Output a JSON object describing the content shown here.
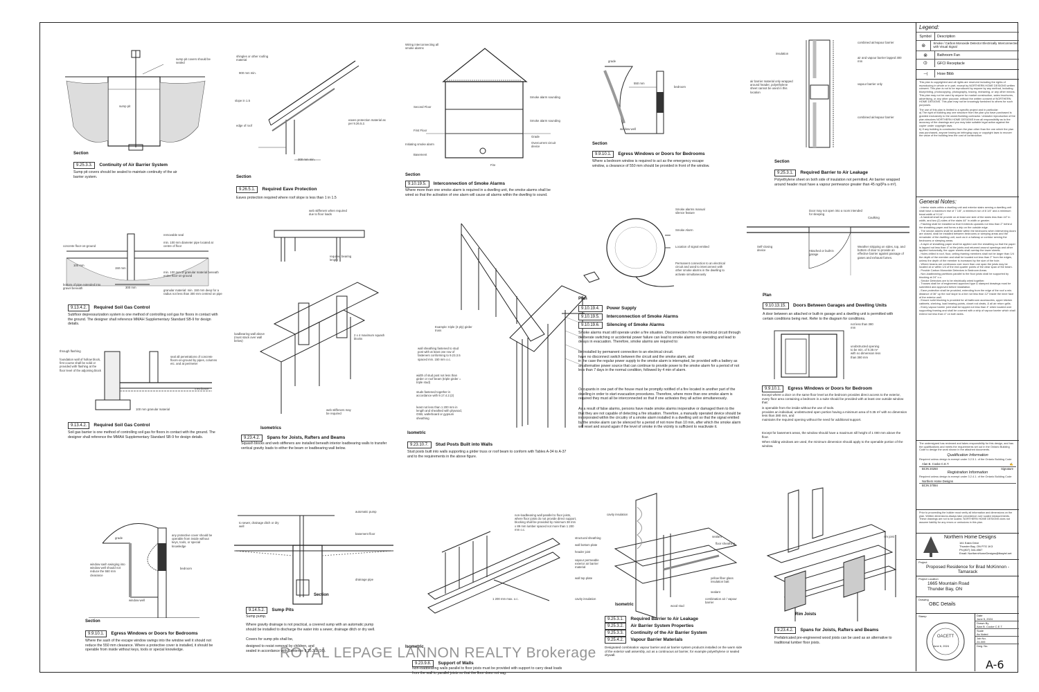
{
  "details": [
    {
      "id": "d1",
      "view": "Section",
      "ref": "9.25.3.3.",
      "title": "Continuity of Air Barrier System",
      "note": "Sump pit covers should be sealed to maintain continuity of the air barrier system.",
      "callouts": [
        "sump pit covers should be sealed",
        "sump pit"
      ]
    },
    {
      "id": "d2",
      "view": "Section",
      "ref": "9.26.5.1.",
      "title": "Required Eave Protection",
      "note": "Eaves protection required where roof slope is less than 1 in 1.5",
      "callouts": [
        "shingles or other roofing material",
        "900 mm min.",
        "slope in 1.5",
        "eaves protection material as per 9.26.5.2.",
        "edge of roof",
        "300 mm min."
      ]
    },
    {
      "id": "d3",
      "view": "Section",
      "ref": "9.10.19.5.",
      "title": "Interconnection of Smoke Alarms",
      "note": "Where more than one smoke alarm is required in a dwelling unit, the smoke alarms shall be wired so that the activation of one alarm will cause all alarms within the dwelling to sound.",
      "callouts": [
        "Wiring interconnecting all smoke alarms",
        "Second Floor",
        "Smoke alarm sounding",
        "First Floor",
        "Smoke alarm sounding",
        "Grade",
        "Initiating smoke alarm",
        "Overcurrent circuit device",
        "Basement",
        "Fire"
      ]
    },
    {
      "id": "d4",
      "view": "Section",
      "ref": "9.9.10.1.",
      "title": "Egress Windows or Doors for Bedrooms",
      "note": "Where a bedroom window is required to act as the emergency escape window, a clearance of 550 mm should be provided in front of the window.",
      "callouts": [
        "grade",
        "550 mm",
        "bedroom",
        "window well"
      ]
    },
    {
      "id": "d5",
      "view": "Section",
      "ref": "9.25.3.1.",
      "title": "Required Barrier to Air Leakage",
      "note": "Polyethylene sheet on both side of insulation not permitted. Air barrier wrapped around header must have a vapour permeance greater than 45 ng/(Pa·s·m²).",
      "callouts": [
        "insulation",
        "combined air/vapour barrier",
        "air and vapour barrier lapped 300 mm",
        "air barrier material only wrapped around header, polyethylene sheet cannot be used in this location",
        "vapour barrier only",
        "combined air/vapour barrier"
      ]
    },
    {
      "id": "d6",
      "view": "",
      "ref": "9.13.4.2.",
      "title": "Required Soil Gas Control",
      "note": "Subfloor depressurization system is one method of controlling soil gas for floors in contact with the ground. The designer shall reference MMAH Supplementary Standard SB-9 for design details.",
      "callouts": [
        "removable seal",
        "concrete floor-on-ground",
        "min. 100 mm diameter pipe located at centre of floor",
        "min. 100 mm of granular material beneath entire floor-on-ground",
        "bottom of pipe extended into gravel beneath",
        "300 mm",
        "granular material: min. 150 mm deep for a radius not less than 300 mm centred on pipe",
        "100 mm",
        "150 mm"
      ]
    },
    {
      "id": "d7",
      "view": "",
      "ref": "9.13.4.2.",
      "title": "Required Soil Gas Control",
      "note": "Soil gas barrier is one method of controlling soil gas for floors in contact with the ground. The designer shall reference the MMAH Supplementary Standard SB-9 for design details.",
      "callouts": [
        "through flashing",
        "foundation wall of hollow block, first course shall be solid or provided with flashing at the floor level of the adjoining block",
        "seal all penetrations of concrete floors-on-ground by pipes, columns etc. and at perimeter",
        "membrane",
        "100 mm granular material"
      ]
    },
    {
      "id": "d8",
      "view": "Isometrics",
      "ref": "9.23.4.2.",
      "title": "Spans for Joists, Rafters and Beams",
      "note": "Squash blocks and web stiffeners are installed beneath interior loadbearing walls to transfer vertical gravity loads to either the beam or loadbearing wall below.",
      "callouts": [
        "web stiffeners when required due to floor loads",
        "required bearing length",
        "loadbearing wall above (must stack over wall below)",
        "2 x 4 maximum squash blocks",
        "web stiffeners may be required"
      ]
    },
    {
      "id": "d9",
      "view": "Isometric",
      "ref": "9.23.10.7.",
      "title": "Stud Posts Built into Walls",
      "note": "Stud posts built into walls supporting a girder truss or roof beam to conform with Tables A-34 to A-37 and to the requirements in the above figure.",
      "callouts": [
        "Example: triple (3 ply) girder truss",
        "wall sheathing fastened to stud post with at least one row of fasteners conforming to 9.23.3.5 spaced min. 150 mm o.c.",
        "width of stud post not less than girder or roof beam (triple girder = triple stud)",
        "studs fastened together in accordance with 9.17.4.2.(2)",
        "least not less than 1 200 mm in length and sheathed with plywood, OSB, waferboard or gypsum sheathing"
      ]
    },
    {
      "id": "d10",
      "view": "Plan",
      "ref": "9.10.19.4.",
      "title": "Power Supply",
      "ref2": "9.10.19.5.",
      "title2": "Interconnection of Smoke Alarms",
      "ref3": "9.10.19.6.",
      "title3": "Silencing of Smoke Alarms",
      "note": "Smoke alarms must still operate under a fire situation. Disconnection from the electrical circuit through deliberate switching or accidental power failure can lead to smoke alarms not operating and lead to delays in evacuation. Therefore, smoke alarms are required to:",
      "bullets": [
        "be installed by permanent connection to an electrical circuit.",
        "have no disconnect switch between the circuit and the smoke alarm, and",
        "in the case the regular power supply to the smoke alarm is interrupted, be provided with a battery as an alternative power source that can continue to provide power to the smoke alarm for a period of not less than 7 days in the normal condition, followed by 4 min of alarm."
      ],
      "note2": "Occupants in one part of the house must be promptly notified of a fire located in another part of the dwelling in order to start evacuation procedures. Therefore, where more than one smoke alarm is required they must all be interconnected so that if one activates they all active simultaneously.",
      "note3": "As a result of false alarms, persons have made smoke alarms inoperative or damaged them to the that they are not capable of detecting a fire situation. Therefore, a manually operated device should be incorporated within the circuitry of a smoke alarm installed in a dwelling unit so that the signal emitted by the smoke alarm can be silenced for a period of not more than 10 min, after which the smoke alarm will reset and sound again if the level of smoke in the vicinity is sufficient to reactivate it.",
      "callouts": [
        "Smoke alarms manual silence feature",
        "Smoke Alarm",
        "Location of signal emitted",
        "Permanent connection to an electrical circuit and used to interconnect with other smoke alarms in the dwelling to activate simultaneously"
      ]
    },
    {
      "id": "d11",
      "view": "Plan",
      "ref": "9.10.13.15.",
      "title": "Doors Between Garages and Dwelling Units",
      "note": "A door between an attached or built-in garage and a dwelling unit is permitted with certain conditions being met. Refer to the diagram for conditions.",
      "callouts": [
        "Door may not open into a room intended for sleeping",
        "Caulking",
        "Self-closing device",
        "Attached or built-in garage",
        "Weather stripping on sides, top, and bottom of door to provide an effective barrier against passage of gases and exhaust fumes."
      ]
    },
    {
      "id": "d12",
      "view": "",
      "ref": "9.9.10.1.",
      "title": "Egress Windows or Doors for Bedroom",
      "note": "Except where a door on the same floor level as the bedroom provides direct access to the exterior, every floor area containing a bedroom in a suite should be provided with at least one outside window that:",
      "bullets": [
        "is openable from the inside without the use of tools.",
        "provides an individual, unobstructed open portion having a minimum area of 0.35 m² with no dimension less than 380 mm, and",
        "maintains the required opening without the need for additional support."
      ],
      "note2": "Except for basement areas, the window should have a maximum sill height of 1 000 mm above the floor.",
      "note3": "When sliding windows are used, the minimum dimension should apply to the openable portion of the window.",
      "callouts": [
        "not less than 380 mm",
        "unobstructed opening to be min. of 0.35 m² with no dimension less than 380 mm"
      ]
    },
    {
      "id": "d13",
      "view": "Section",
      "ref": "9.9.10.1.",
      "title": "Egress Windows or Doors for Bedrooms",
      "note": "Where the sash of the escape window swings into the window well it should not reduce the 550 mm clearance. Where a protective cover is installed, it should be operable from inside without keys, tools or special knowledge.",
      "callouts": [
        "grade",
        "any protective cover should be operable from inside without keys, tools, or special knowledge",
        "window sash swinging into window well should not reduce the 550 mm clearance",
        "bedroom",
        "window well"
      ]
    },
    {
      "id": "d14",
      "view": "Section",
      "ref": "9.14.5.2.",
      "title": "Sump Pits",
      "note": "Sump pump.",
      "note2": "Where gravity drainage is not practical, a covered sump with an automatic pump should be installed to discharge the water into a sewer, drainage ditch or dry well.",
      "note3": "Covers for sump pits shall be,",
      "bullets": [
        "designed to resist removal by children, and",
        "sealed in accordance with Sentence 9.25.3.3.(16)."
      ],
      "callouts": [
        "automatic pump",
        "to sewer, drainage ditch or dry well",
        "basement floor",
        "drainage pipe"
      ]
    },
    {
      "id": "d15",
      "view": "Isometric",
      "ref": "9.23.9.8.",
      "title": "Support of Walls",
      "note": "Non-loadbearing walls parallel to floor joists must be provided with support to carry dead loads from the wall to parallel joists so that the floor does not sag.",
      "callouts": [
        "non-loadbearing wall parallel to floor joists, where floor joists do not provide direct support, blocking shall be provided by minimum 38 mm x 89 mm lumber spaced not more than 1 200 mm o.c.",
        "1 200 mm max. o.c."
      ]
    },
    {
      "id": "d16",
      "view": "Isometric",
      "ref": "9.25.3.1.",
      "title": "Required Barrier to Air Leakage",
      "ref2": "9.25.3.2.",
      "title2": "Air Barrier System Properties",
      "ref3": "9.25.3.3.",
      "title3": "Continuity of the Air Barrier System",
      "ref4": "9.25.4.2.",
      "title4": "Vapour Barrier Materials",
      "note": "Designated combination vapour barrier and air barrier system products installed on the warm side of the exterior wall assembly, act as a continuous air barrier, for example polyethylene or sealed drywall.",
      "callouts": [
        "cavity insulation",
        "structural sheathing",
        "sealant",
        "wall bottom plate",
        "floor sheathing",
        "header joist",
        "vapour permeable exterior air barrier material",
        "wall top plate",
        "cavity insulation",
        "yellow fiber glass insulation batt",
        "sealant",
        "wood stud",
        "combination air / vapour barrier"
      ]
    },
    {
      "id": "d17",
      "view": "Rim Joists",
      "ref": "9.23.4.2.",
      "title": "Spans for Joists, Rafters and Beams",
      "note": "Prefabricated pre-engineered wood joists can be used as an alternative to traditional lumber floor joists.",
      "callouts": [
        "rim joist"
      ]
    }
  ],
  "titleblock": {
    "legend_title": "Legend:",
    "legend_headers": [
      "Symbol",
      "Description"
    ],
    "legend_rows": [
      {
        "sym": "smoke-co-icon",
        "glyph": "⊛",
        "desc": "Smoke / Carbon Monoxide Detector Electrically Interconnected with Visual Signal"
      },
      {
        "sym": "fan-icon",
        "glyph": "⊗",
        "desc": "Bathroom Fan"
      },
      {
        "sym": "gfci-icon",
        "glyph": "⦶",
        "desc": "GFCI Receptacle"
      },
      {
        "sym": "hose-bib-icon",
        "glyph": "⊣",
        "desc": "Hose Bibb"
      }
    ],
    "copyright": "This plan is copyrighted and all rights are reserved including the rights of reproducing in whole or in part, except by NORTHERN HOME DESIGNS written consent. This plan is not to be reproduced by anyone by any method, including blueprinting, photocopying, photography, tracing, redrawing, or any other means. This plan may not be used by anyone for market construction, sales brochures, advertising, or any other purpose, without the written consent of NORTHERN HOME DESIGNS. This plan may not be knowingly furnished to others for such purposes.",
    "use_notes": [
      "The use of this plan is limited to a specific project and in particular:",
      "a) The right of building any one structure from the plan you have purchased is granted exclusively to the owner/building contractor. Unlawful reproduction of the plan absolves NORTHERN HOME DESIGNS from all responsibility as to the accuracy of the drawings and you may take suitable legal action against the copier under copyright laws.",
      "b) If any building is constructed from the plan other than the one which the plan was purchased, anyone having an infringing copy or copyright laws to recover the value of the building less the cost of construction."
    ],
    "general_title": "General Notes:",
    "general_notes": [
      "- Interior stairs within a dwelling unit and exterior stairs serving a dwelling unit shall have a maximum rise of 7 1/8\", a minimum run of 8 1/4\" and a minimum tread width of 9 1/4\".",
      "- A handrail shall be provide on at least one side of the stairs less than 44\" in width, and two (2) sides of the stairs 44\" in width or greater.",
      "- Flashing shall be installed so that it extends upwards not less than 2\" behind the sheathing paper and forms a drip on the outside edge.",
      "- The smoke alarms shall be audible within the bedrooms when intervening doors are closed, shall be installed between bedrooms or sleeping areas and the remainder of the dwelling unit, such as in a hallway or corridor serving the bedrooms or sleeping areas.",
      "- A layer of sheathing paper shall be applied over the sheathing so that the paper is lapped not less than 4\" at the joints and returned around openings and other applied horizontally, the upper sheets shall overlap the lower sheets.",
      "- Holes drilled in roof, floor, ceiling framing members shall not be larger than 1/4 the depth of the member and shall be located not less than 2\" from the edges, unless the depth of the member is increased by the size of the hole.",
      "- Where beams are continuous over more than one span the joists may be located at or within 1/4 of the end quarter points of the clear span of the beam.",
      "- Provide Carbon Monoxide Detectors in Bedroom Areas.",
      "- Non-loadbearing partitions parallel to the floor joists shall be supported by blocking at 24\" o.c.",
      "- Smoke Detectors are to be electrically wired together.",
      "- Trusses shall be of engineered approved type & stamped drawings must be submitted and approved before installation.",
      "- Eave protection shall be provided, extending from the edge of the roof a min. distance of 36\" up the roof slope to a line not less than 12\" inside the inner face of the exterior wall.",
      "- Ensure solid blocking is provided for all bathroom accessories, upper kitchen cabinets, shelving, load bearing points, closet rod cleats, & all air return grills.",
      "- Every vapour barrier joint shall be lapped not less than 4\" when located over supporting framing and shall be covered with a strip of vapour barrier which shall extend not less than 4\" on both sides."
    ],
    "undersigned": "The undersigned has reviewed and takes responsibility for this design, and has the qualifications and meets the requirements set out in the Ontario Building Code to design the work shown in the attached documents.",
    "qual_title": "Qualification Information",
    "qual_text": "Required unless design is exempt under 3.2.5.1. of the Ontario Building Code",
    "qual_name": "Alan B. Cooke C.E.T.",
    "qual_bcin": "BCIN 20250",
    "signature_label": "Signature",
    "reg_title": "Registration Information",
    "reg_text": "Required unless design is exempt under 3.2.4.1. of the Ontario Building Code",
    "reg_name": "Northern Home Designs",
    "reg_bcin": "BCIN 37084",
    "builder_note": "Prior to proceeding the builder must verify all information and dimensions on the plan. Written dimensions always take precedence over scaled measurements. These drawings are not to be scaled. NORTHERN HOME DESIGNS does not assume liability for any errors or omissions in this plan.",
    "firm_name": "Northern Home Designs",
    "firm_address": "161 Eakin Drive",
    "firm_city": "Thunder Bay, ON P7G 1K3",
    "firm_phone": "Ph:(807) 344-4567",
    "firm_email": "Email: NorthernHomeDesigns@tbaytel.net",
    "project_label": "Project",
    "project_name": "Proposed Residence for Brad McKinnon - Tamarack",
    "location_label": "Project Location",
    "location_line1": "1665 Mountain Road",
    "location_line2": "Thunder Bay, ON",
    "drawing_label": "Drawing",
    "drawing_name": "OBC Details",
    "stamp_label": "Stamp",
    "date_label": "Date",
    "date_value": "June 5, 2024",
    "drawn_label": "Drawn By",
    "drawn_value": "Alan B. Cooke C.E.T.",
    "scale_label": "Scale",
    "scale_value": "As Noted",
    "job_label": "Job No.",
    "job_value": "24-005",
    "dwg_label": "Dwg. No.",
    "sheet_no": "A-6",
    "stamp_date": "June 6, 2024"
  },
  "watermark": "ROYAL LEPAGE LANNON REALTY Brokerage"
}
